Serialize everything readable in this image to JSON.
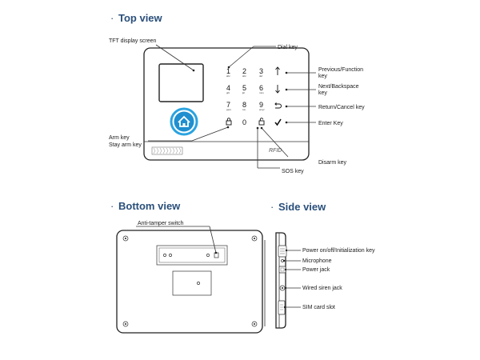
{
  "titles": {
    "top": "Top view",
    "bottom": "Bottom view",
    "side": "Side view",
    "bullet": "·"
  },
  "top_labels": {
    "tft": "TFT display screen",
    "dial": "Dial key",
    "prev_1": "Previous/Function",
    "prev_2": "key",
    "next_1": "Next/Backspace",
    "next_2": "key",
    "return": "Return/Cancel key",
    "enter": "Enter Key",
    "arm": "Arm key",
    "stay": "Stay arm key",
    "disarm": "Disarm key",
    "sos": "SOS key"
  },
  "keypad": {
    "keys": [
      {
        "id": "1",
        "sub": "abc"
      },
      {
        "id": "2",
        "sub": "abc"
      },
      {
        "id": "3",
        "sub": "def"
      },
      {
        "id": "4",
        "sub": "ghi"
      },
      {
        "id": "5",
        "sub": "jkl"
      },
      {
        "id": "6",
        "sub": "mno"
      },
      {
        "id": "7",
        "sub": "pqrs"
      },
      {
        "id": "8",
        "sub": "tuv"
      },
      {
        "id": "9",
        "sub": "wxyz"
      },
      {
        "id": "0",
        "sub": ""
      }
    ],
    "rfid": "RFID"
  },
  "bottom_labels": {
    "tamper": "Anti-tamper switch"
  },
  "side_labels": {
    "power": "Power on/off/Initialization key",
    "mic": "Microphone",
    "jack": "Power jack",
    "siren": "Wired siren jack",
    "sim": "SIM card slot"
  },
  "colors": {
    "title": "#2a4f7a",
    "home_ring": "#2aa3e0",
    "home_fill": "#1f8fd0"
  },
  "icons": [
    "home-icon",
    "arrow-up-icon",
    "arrow-down-icon",
    "return-icon",
    "checkmark-icon",
    "lock-icon",
    "unlock-icon"
  ]
}
